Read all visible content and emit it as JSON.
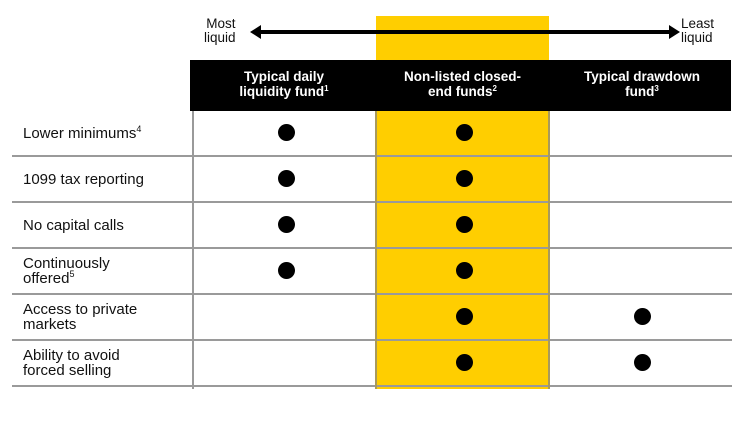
{
  "liquidity_axis": {
    "left_label_line1": "Most",
    "left_label_line2": "liquid",
    "right_label_line1": "Least",
    "right_label_line2": "liquid",
    "arrow_icon": "double-headed-arrow"
  },
  "highlight_color": "#FFCE00",
  "columns": [
    {
      "line1": "Typical daily",
      "line2": "liquidity fund",
      "footnote": "1"
    },
    {
      "line1": "Non-listed closed-",
      "line2": "end funds",
      "footnote": "2"
    },
    {
      "line1": "Typical drawdown",
      "line2": "fund",
      "footnote": "3"
    }
  ],
  "rows": [
    {
      "line1": "Lower minimums",
      "line2": "",
      "footnote": "4",
      "checks": [
        true,
        true,
        false
      ]
    },
    {
      "line1": "1099 tax reporting",
      "line2": "",
      "footnote": "",
      "checks": [
        true,
        true,
        false
      ]
    },
    {
      "line1": "No capital calls",
      "line2": "",
      "footnote": "",
      "checks": [
        true,
        true,
        false
      ]
    },
    {
      "line1": "Continuously",
      "line2": "offered",
      "footnote": "5",
      "checks": [
        true,
        true,
        false
      ]
    },
    {
      "line1": "Access to private",
      "line2": "markets",
      "footnote": "",
      "checks": [
        false,
        true,
        true
      ]
    },
    {
      "line1": "Ability to avoid",
      "line2": "forced selling",
      "footnote": "",
      "checks": [
        false,
        true,
        true
      ]
    }
  ],
  "dot_icon": "filled-circle-bullet"
}
